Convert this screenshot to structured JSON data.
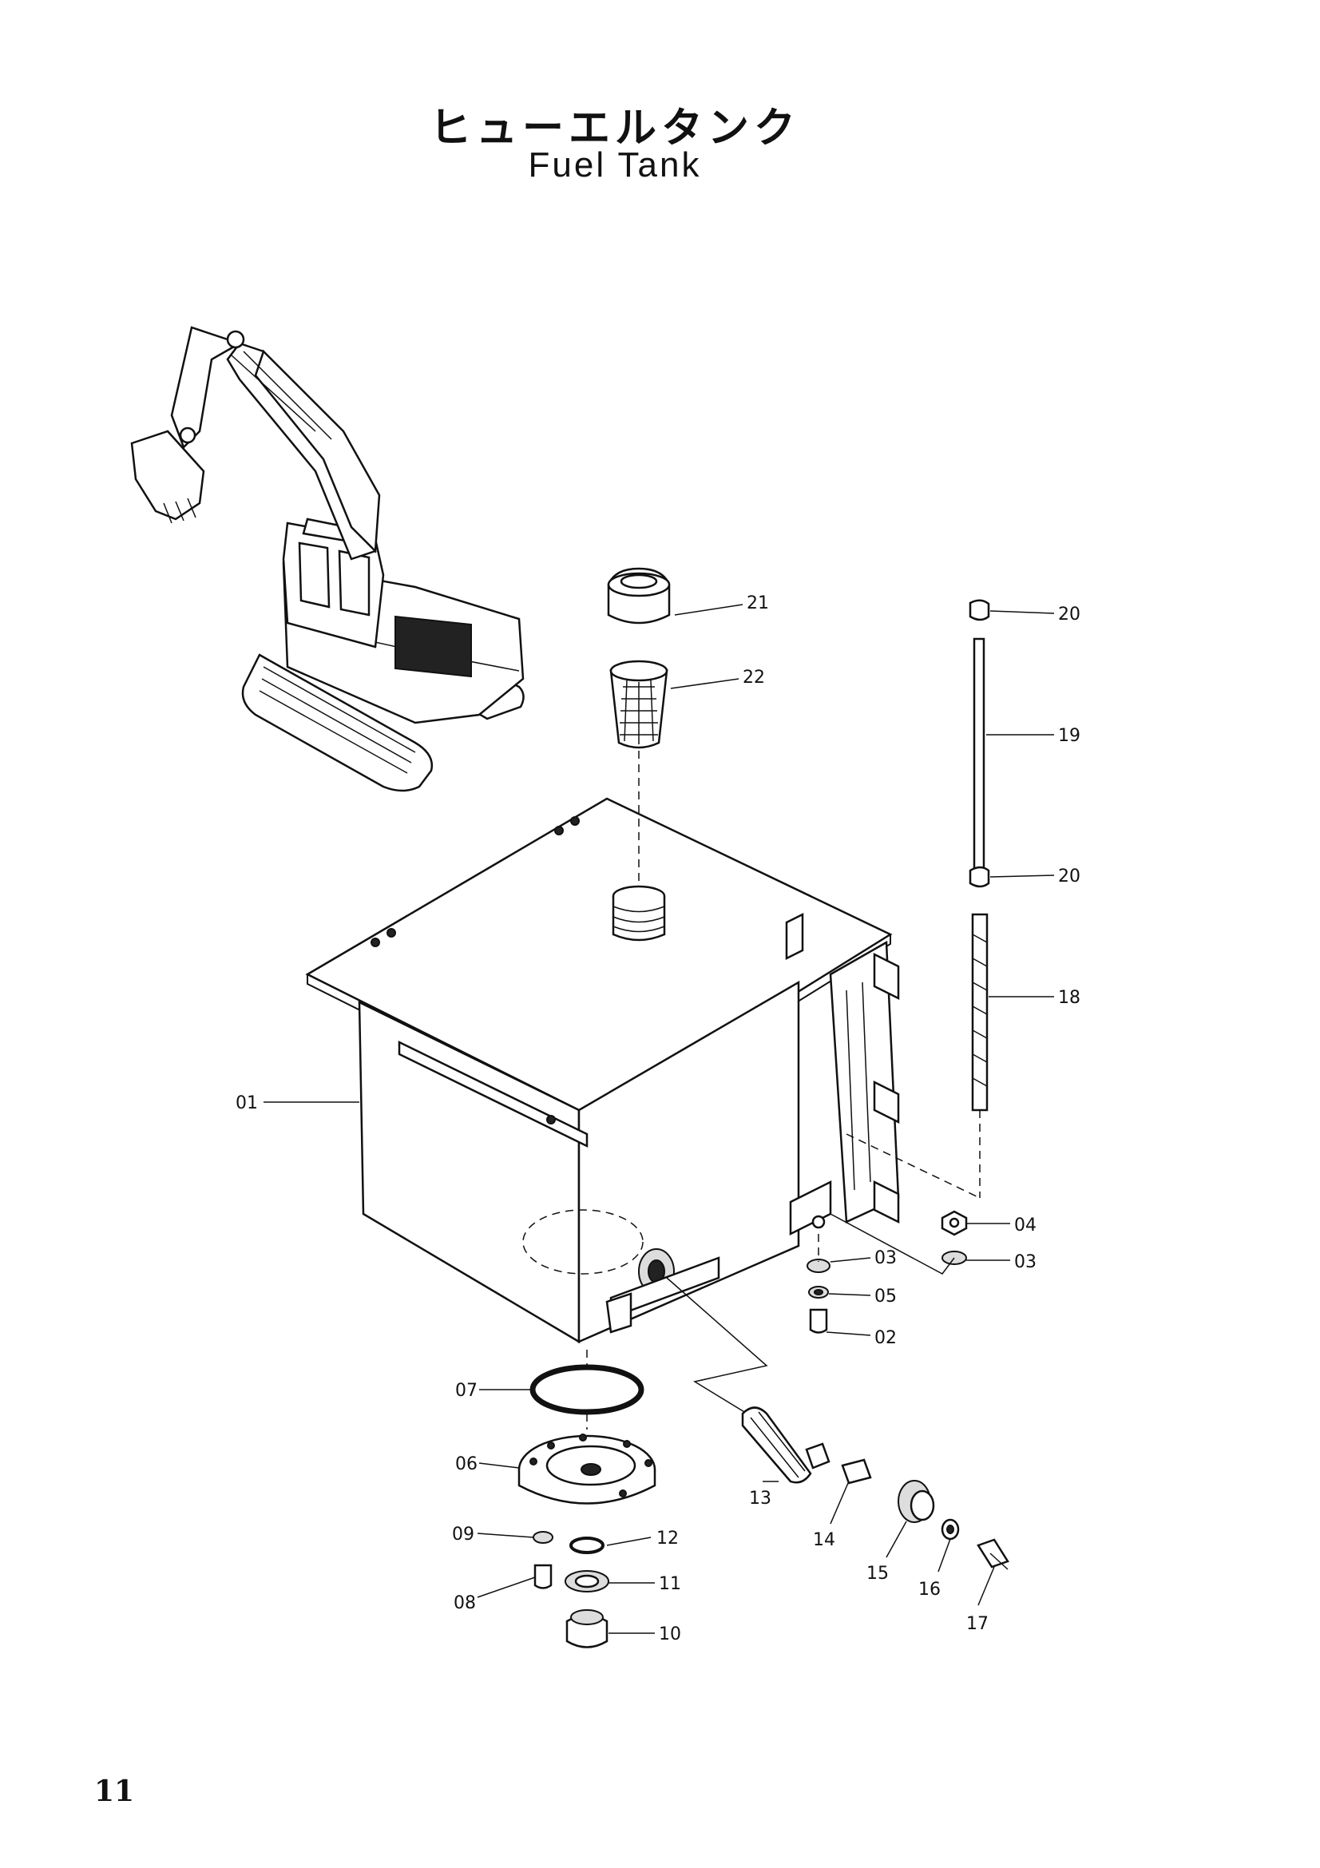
{
  "header": {
    "title_jp": "ヒューエルタンク",
    "title_en": "Fuel Tank"
  },
  "page_number": "11",
  "callouts": [
    {
      "id": "01",
      "label": "01"
    },
    {
      "id": "02",
      "label": "02"
    },
    {
      "id": "03a",
      "label": "03"
    },
    {
      "id": "03b",
      "label": "03"
    },
    {
      "id": "04",
      "label": "04"
    },
    {
      "id": "05",
      "label": "05"
    },
    {
      "id": "06",
      "label": "06"
    },
    {
      "id": "07",
      "label": "07"
    },
    {
      "id": "08",
      "label": "08"
    },
    {
      "id": "09",
      "label": "09"
    },
    {
      "id": "10",
      "label": "10"
    },
    {
      "id": "11",
      "label": "11"
    },
    {
      "id": "12",
      "label": "12"
    },
    {
      "id": "13",
      "label": "13"
    },
    {
      "id": "14",
      "label": "14"
    },
    {
      "id": "15",
      "label": "15"
    },
    {
      "id": "16",
      "label": "16"
    },
    {
      "id": "17",
      "label": "17"
    },
    {
      "id": "18",
      "label": "18"
    },
    {
      "id": "19",
      "label": "19"
    },
    {
      "id": "20a",
      "label": "20"
    },
    {
      "id": "20b",
      "label": "20"
    },
    {
      "id": "21",
      "label": "21"
    },
    {
      "id": "22",
      "label": "22"
    }
  ]
}
